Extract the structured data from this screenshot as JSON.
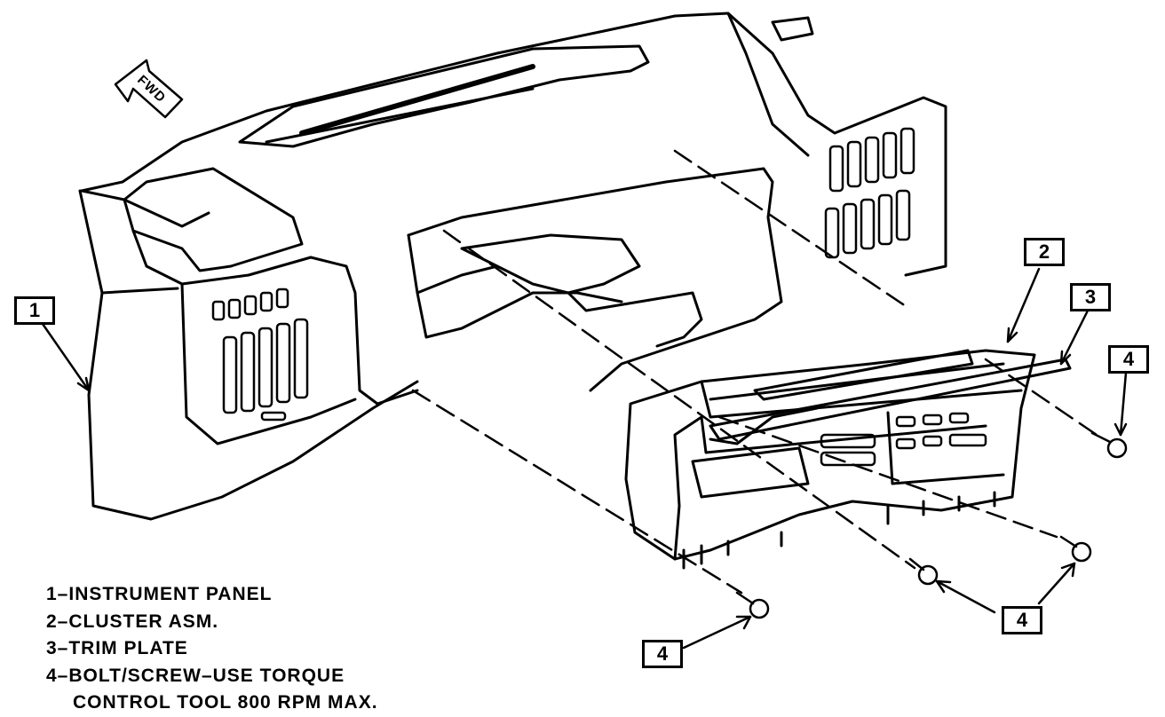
{
  "callouts": {
    "c1": "1",
    "c2": "2",
    "c3": "3",
    "c4a": "4",
    "c4b": "4",
    "c4c": "4"
  },
  "direction_label": "FWD",
  "legend": {
    "line1": "1–INSTRUMENT PANEL",
    "line2": "2–CLUSTER ASM.",
    "line3": "3–TRIM PLATE",
    "line4": "4–BOLT/SCREW–USE TORQUE",
    "line5": "CONTROL TOOL 800 RPM MAX."
  }
}
